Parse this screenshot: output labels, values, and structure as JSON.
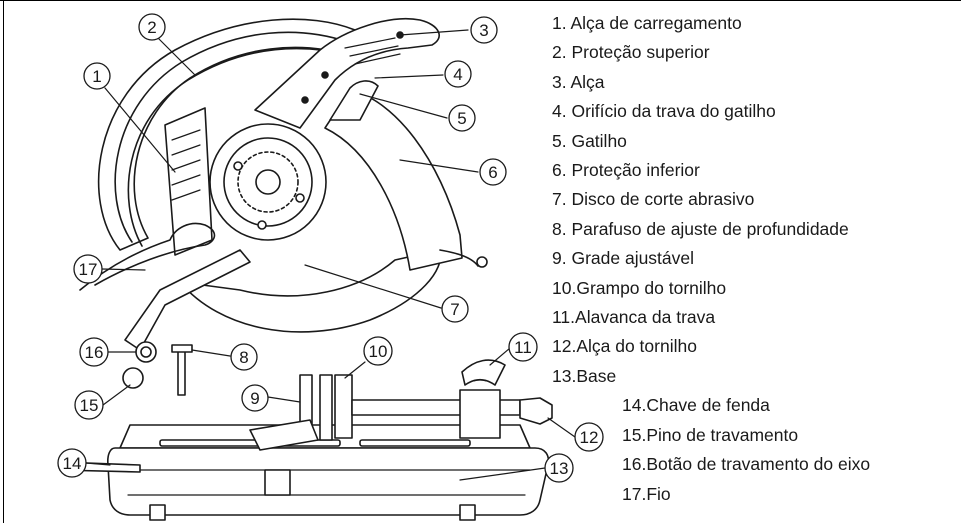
{
  "legend": [
    "1. Alça de carregamento",
    "2. Proteção superior",
    "3. Alça",
    "4. Orifício da trava do gatilho",
    "5. Gatilho",
    "6. Proteção inferior",
    "7. Disco de corte abrasivo",
    "8. Parafuso de ajuste de profundidade",
    "9. Grade ajustável",
    "10.Grampo do tornilho",
    "11.Alavanca da trava",
    "12.Alça do tornilho",
    "13.Base",
    "14.Chave de fenda",
    "15.Pino de travamento",
    "16.Botão de travamento do eixo",
    "17.Fio"
  ],
  "callouts": [
    "1",
    "2",
    "3",
    "4",
    "5",
    "6",
    "7",
    "8",
    "9",
    "10",
    "11",
    "12",
    "13",
    "14",
    "15",
    "16",
    "17"
  ]
}
